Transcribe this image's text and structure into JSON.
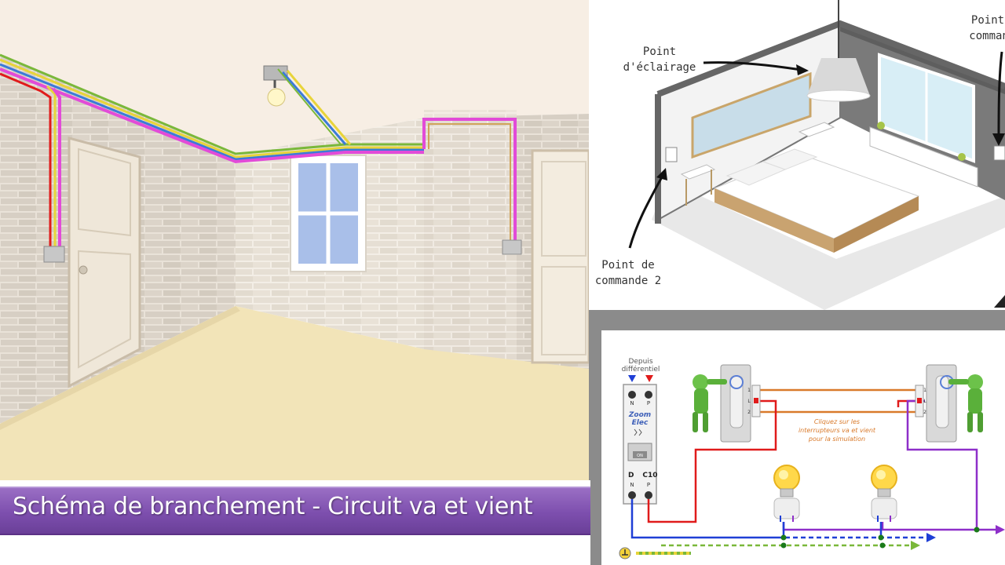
{
  "colors": {
    "caption_bar": "#7d4fae",
    "wire_live": "#e01b1b",
    "wire_neutral": "#1f3fd6",
    "wire_earth": "#7ab83a",
    "wire_traveler": "#d97a2b",
    "wire_return": "#8e2fc9",
    "conduit_pink": "#e24bd8"
  },
  "caption": {
    "title": "Schéma de branchement - Circuit va et vient"
  },
  "bedroom": {
    "lighting_point_line1": "Point",
    "lighting_point_line2": "d'éclairage",
    "control_point_2_line1": "Point de",
    "control_point_2_line2": "commande 2",
    "control_point_1_line1": "Point",
    "control_point_1_line2": "commande"
  },
  "wiring": {
    "source_line1": "Depuis",
    "source_line2": "différentiel",
    "terminal_n": "N",
    "terminal_p": "P",
    "brand_line1": "Zoom",
    "brand_line2": "Elec",
    "breaker_label_d": "D",
    "breaker_rating": "C10",
    "breaker_window": "ON",
    "switch_terminal_1": "1",
    "switch_terminal_l": "L",
    "switch_terminal_2": "2",
    "instruction_line1": "Cliquez sur les",
    "instruction_line2": "interrupteurs va et vient",
    "instruction_line3": "pour la simulation"
  }
}
